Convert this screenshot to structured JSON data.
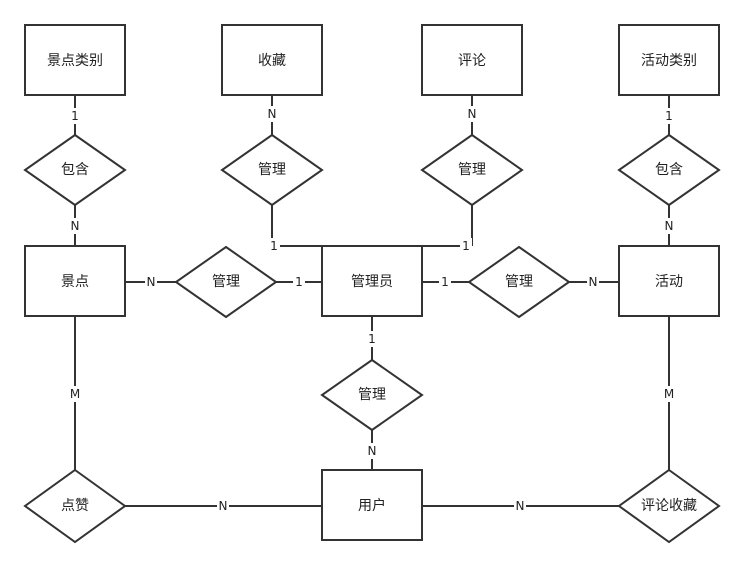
{
  "entities": {
    "scenic_category": "景点类别",
    "favorite": "收藏",
    "comment": "评论",
    "activity_category": "活动类别",
    "scenic_spot": "景点",
    "admin": "管理员",
    "activity": "活动",
    "user": "用户"
  },
  "relationships": {
    "contains_left": "包含",
    "manage_favorite": "管理",
    "manage_comment": "管理",
    "contains_right": "包含",
    "manage_scenic": "管理",
    "manage_activity": "管理",
    "manage_user": "管理",
    "like": "点赞",
    "comment_favorite": "评论收藏"
  },
  "cardinalities": {
    "scenic_category_top": "1",
    "scenic_category_bottom": "N",
    "favorite_top": "N",
    "favorite_admin": "1",
    "comment_top": "N",
    "comment_admin": "1",
    "activity_category_top": "1",
    "activity_category_bottom": "N",
    "scenic_to_manage": "N",
    "manage_to_admin_left": "1",
    "admin_to_manage_right": "1",
    "manage_to_activity": "N",
    "admin_to_manage_user": "1",
    "manage_user_to_user": "N",
    "scenic_like": "M",
    "like_user": "N",
    "activity_comment": "M",
    "user_comment": "N"
  },
  "colors": {
    "stroke": "#333333",
    "text": "#222222",
    "background": "#ffffff"
  }
}
